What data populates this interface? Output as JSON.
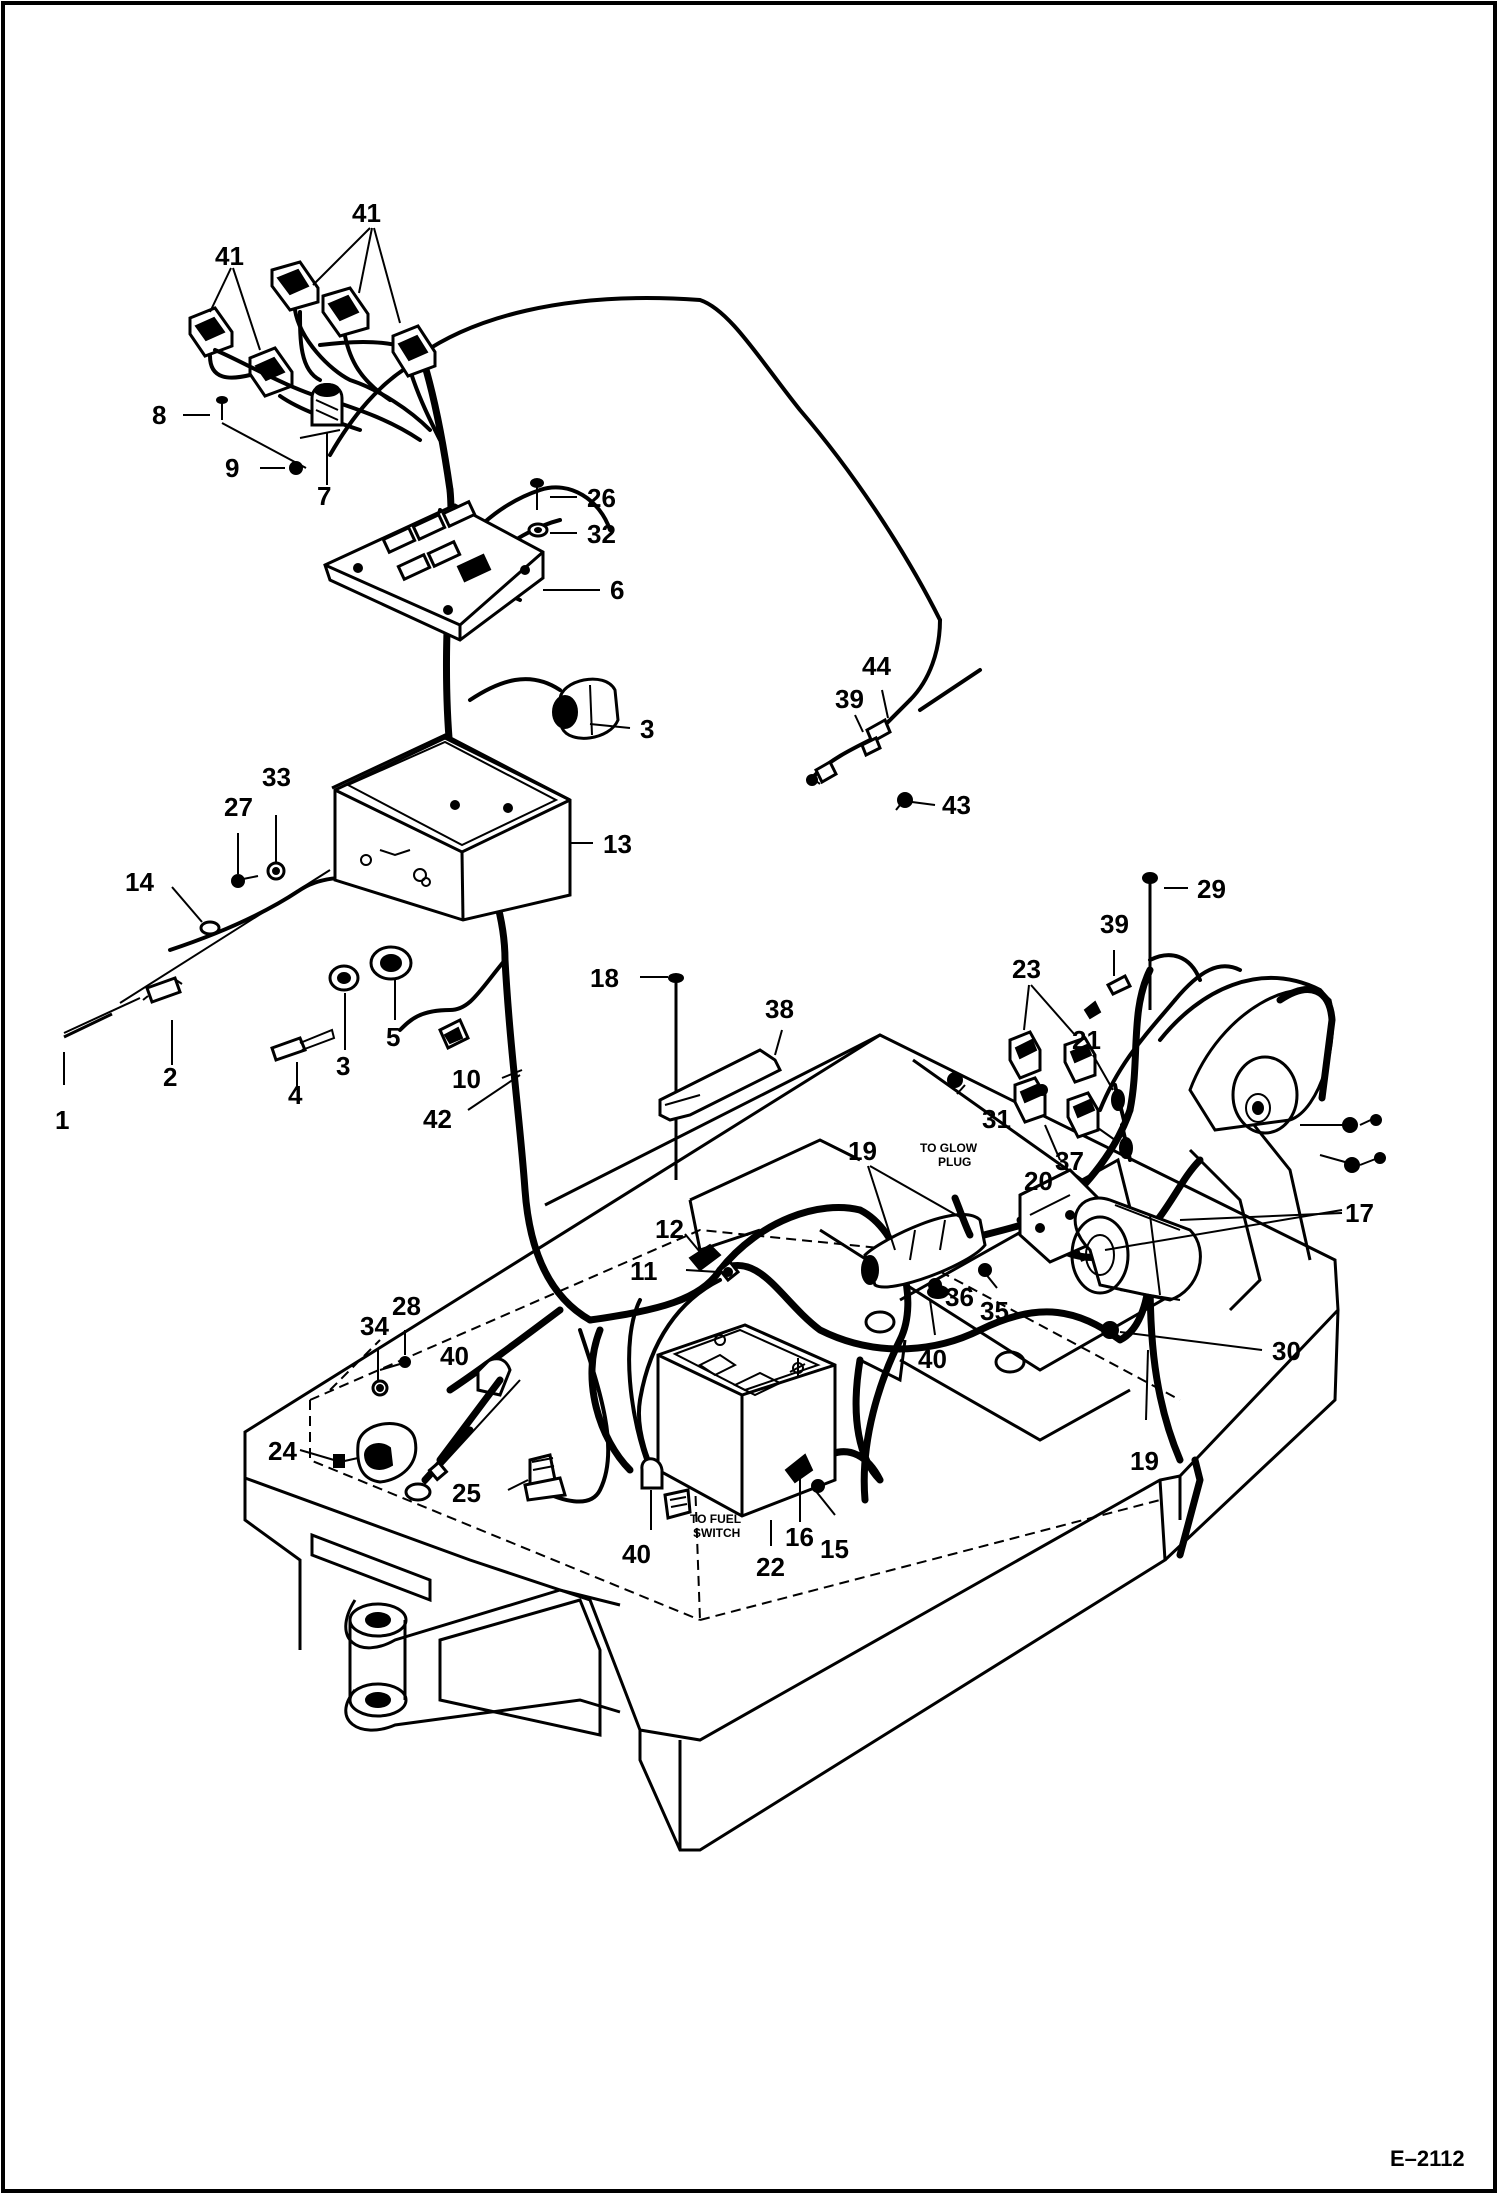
{
  "diagram": {
    "figure_code": "E–2112",
    "notes": {
      "glow_plug": [
        "TO GLOW",
        "PLUG"
      ],
      "fuel_switch": [
        "TO FUEL",
        "SWITCH"
      ]
    },
    "callouts": {
      "c1": "1",
      "c2": "2",
      "c3a": "3",
      "c3b": "3",
      "c4": "4",
      "c5": "5",
      "c6": "6",
      "c7": "7",
      "c8": "8",
      "c9": "9",
      "c10": "10",
      "c11": "11",
      "c12": "12",
      "c13": "13",
      "c14": "14",
      "c15": "15",
      "c16": "16",
      "c17": "17",
      "c18": "18",
      "c19a": "19",
      "c19b": "19",
      "c20": "20",
      "c21": "21",
      "c22": "22",
      "c23": "23",
      "c24": "24",
      "c25": "25",
      "c26": "26",
      "c27": "27",
      "c28": "28",
      "c29": "29",
      "c30": "30",
      "c31": "31",
      "c32": "32",
      "c33": "33",
      "c34": "34",
      "c35": "35",
      "c36": "36",
      "c37": "37",
      "c38": "38",
      "c39a": "39",
      "c39b": "39",
      "c40a": "40",
      "c40b": "40",
      "c40c": "40",
      "c41a": "41",
      "c41b": "41",
      "c42": "42",
      "c43": "43",
      "c44": "44"
    }
  }
}
